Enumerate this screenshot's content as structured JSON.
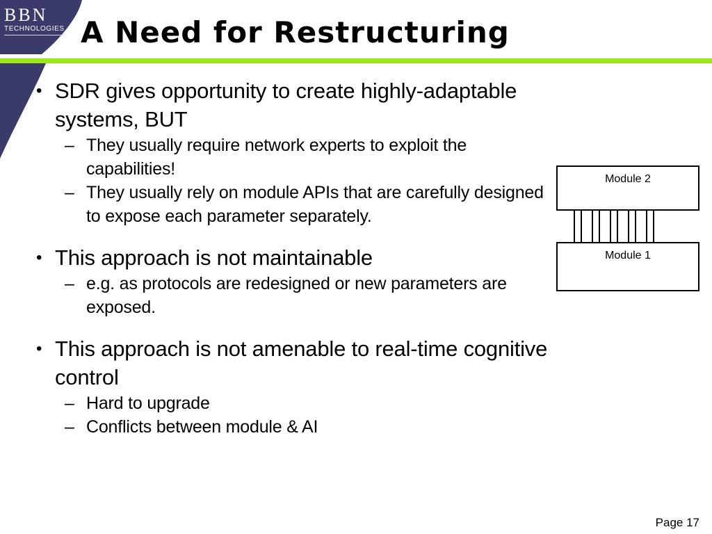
{
  "slide": {
    "title": "A Need for Restructuring",
    "page_label": "Page 17",
    "accent_green": "#9AE818",
    "brand_navy": "#3A3A6B"
  },
  "logo": {
    "name": "BBN",
    "tagline": "TECHNOLOGIES"
  },
  "content": {
    "bullet_mark": "•",
    "dash_mark": "–",
    "groups": [
      {
        "main": "SDR gives opportunity to create highly-adaptable systems, BUT",
        "subs": [
          "They usually require network experts to exploit the capabilities!",
          "They usually rely on module APIs that are carefully designed to expose each parameter separately."
        ]
      },
      {
        "main": "This approach is not maintainable",
        "subs": [
          "e.g. as protocols are redesigned or new parameters are exposed."
        ]
      },
      {
        "main": "This approach is not amenable to real-time cognitive control",
        "subs": [
          "Hard to upgrade",
          "Conflicts between module & AI"
        ]
      }
    ]
  },
  "diagram": {
    "module_top_label": "Module 2",
    "module_bottom_label": "Module 1",
    "connector_count": 10
  }
}
